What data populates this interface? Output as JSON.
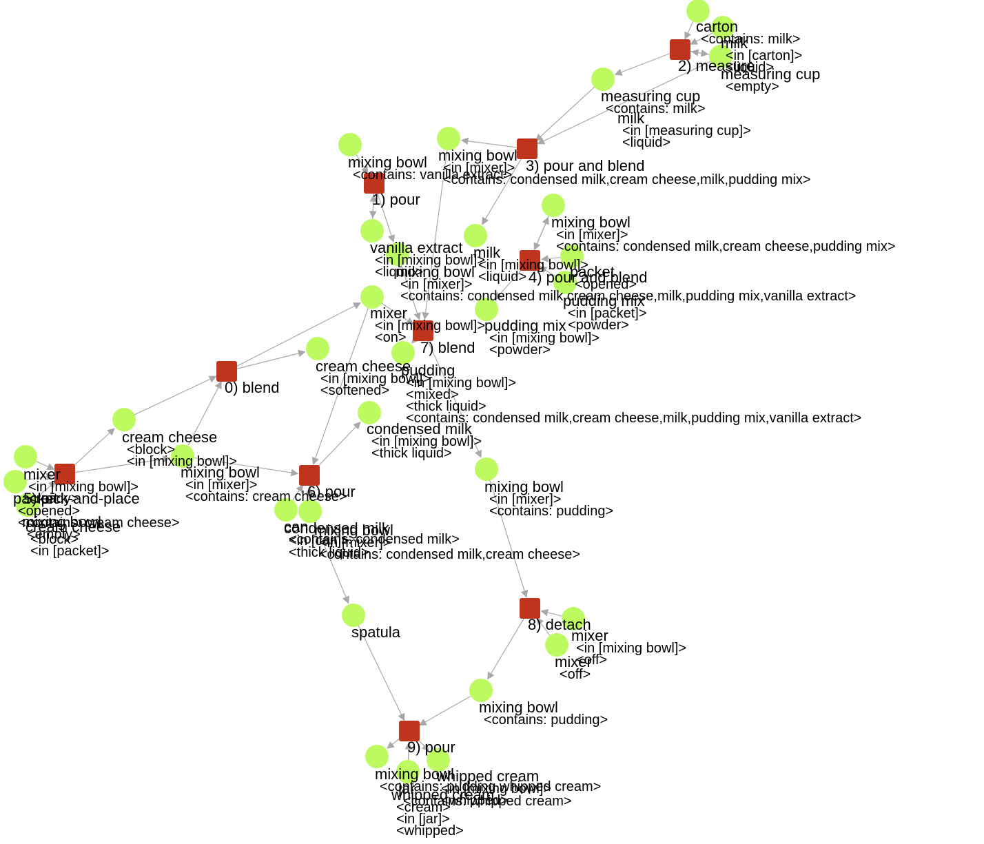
{
  "colors": {
    "object_node": "#bdfa5f",
    "action_node": "#c0341d",
    "edge": "#a8a8a8",
    "text": "#000000"
  },
  "actions": [
    {
      "id": "a0",
      "label": "0) blend"
    },
    {
      "id": "a1",
      "label": "1) pour"
    },
    {
      "id": "a2",
      "label": "2) measure"
    },
    {
      "id": "a3",
      "label": "3) pour and blend"
    },
    {
      "id": "a4",
      "label": "4) pour and blend"
    },
    {
      "id": "a5",
      "label": "5) pick-and-place"
    },
    {
      "id": "a6",
      "label": "6) pour"
    },
    {
      "id": "a7",
      "label": "7) blend"
    },
    {
      "id": "a8",
      "label": "8) detach"
    },
    {
      "id": "a9",
      "label": "9) pour"
    }
  ],
  "objects": [
    {
      "id": "o_carton",
      "name": "carton",
      "attrs": [
        "<contains: milk>"
      ]
    },
    {
      "id": "o_milk_carton",
      "name": "milk",
      "attrs": [
        "<in [carton]>",
        "<liquid>"
      ]
    },
    {
      "id": "o_mcup_empty",
      "name": "measuring cup",
      "attrs": [
        "<empty>"
      ]
    },
    {
      "id": "o_mcup_milk",
      "name": "measuring cup",
      "attrs": [
        "<contains: milk>"
      ]
    },
    {
      "id": "o_milk_mcup",
      "name": "milk",
      "attrs": [
        "<in [measuring cup]>",
        "<liquid>"
      ]
    },
    {
      "id": "o_bowl_cm_cc_m_pm",
      "name": "mixing bowl",
      "attrs": [
        "<in [mixer]>",
        "<contains: condensed milk,cream cheese,milk,pudding mix>"
      ]
    },
    {
      "id": "o_bowl_vanilla",
      "name": "mixing bowl",
      "attrs": [
        "<contains: vanilla extract>"
      ]
    },
    {
      "id": "o_vanilla",
      "name": "vanilla extract",
      "attrs": [
        "<in [mixing bowl]>",
        "<liquid>"
      ]
    },
    {
      "id": "o_bowl_cm_cc_pm",
      "name": "mixing bowl",
      "attrs": [
        "<in [mixer]>",
        "<contains: condensed milk,cream cheese,pudding mix>"
      ]
    },
    {
      "id": "o_milk_bowl",
      "name": "milk",
      "attrs": [
        "<in [mixing bowl]>",
        "<liquid>"
      ]
    },
    {
      "id": "o_packet_opened",
      "name": "packet",
      "attrs": [
        "<opened>"
      ]
    },
    {
      "id": "o_bowl_all",
      "name": "mixing bowl",
      "attrs": [
        "<in [mixer]>",
        "<contains: condensed milk,cream cheese,milk,pudding mix,vanilla extract>"
      ]
    },
    {
      "id": "o_pudmix_packet",
      "name": "pudding mix",
      "attrs": [
        "<in [packet]>",
        "<powder>"
      ]
    },
    {
      "id": "o_mixer_on",
      "name": "mixer",
      "attrs": [
        "<in [mixing bowl]>",
        "<on>"
      ]
    },
    {
      "id": "o_pudmix_bowl",
      "name": "pudding mix",
      "attrs": [
        "<in [mixing bowl]>",
        "<powder>"
      ]
    },
    {
      "id": "o_cc_softened",
      "name": "cream cheese",
      "attrs": [
        "<in [mixing bowl]>",
        "<softened>"
      ]
    },
    {
      "id": "o_pudding",
      "name": "pudding",
      "attrs": [
        "<in [mixing bowl]>",
        "<mixed>",
        "<thick liquid>",
        "<contains: condensed milk,cream cheese,milk,pudding mix,vanilla extract>"
      ]
    },
    {
      "id": "o_cm_bowl",
      "name": "condensed milk",
      "attrs": [
        "<in [mixing bowl]>",
        "<thick liquid>"
      ]
    },
    {
      "id": "o_cc_block",
      "name": "cream cheese",
      "attrs": [
        "<block>",
        "<in [mixing bowl]>"
      ]
    },
    {
      "id": "o_bowl_mixer_cc",
      "name": "mixing bowl",
      "attrs": [
        "<in [mixer]>",
        "<contains: cream cheese>"
      ]
    },
    {
      "id": "o_bowl_mixer_pudding",
      "name": "mixing bowl",
      "attrs": [
        "<in [mixer]>",
        "<contains: pudding>"
      ]
    },
    {
      "id": "o_mixer_ready",
      "name": "mixer",
      "attrs": [
        "<in [mixing bowl]>",
        "<ready>"
      ]
    },
    {
      "id": "o_packet_cc",
      "name": "packet",
      "attrs": [
        "<opened>",
        "<contains: cream cheese>"
      ]
    },
    {
      "id": "o_bowl_empty",
      "name": "mixing bowl",
      "attrs": [
        "<empty>"
      ]
    },
    {
      "id": "o_cc_packet",
      "name": "cream cheese",
      "attrs": [
        "<block>",
        "<in [packet]>"
      ]
    },
    {
      "id": "o_can",
      "name": "can",
      "attrs": [
        "<contains: condensed milk>"
      ]
    },
    {
      "id": "o_cm_can",
      "name": "condensed milk",
      "attrs": [
        "<in [can]>",
        "<thick liquid>"
      ]
    },
    {
      "id": "o_bowl_cm_cc",
      "name": "mixing bowl",
      "attrs": [
        "<in [mixer]>",
        "<contains: condensed milk,cream cheese>"
      ]
    },
    {
      "id": "o_spatula",
      "name": "spatula",
      "attrs": []
    },
    {
      "id": "o_mixer_bowl_off",
      "name": "mixer",
      "attrs": [
        "<in [mixing bowl]>",
        "<off>"
      ]
    },
    {
      "id": "o_mixer_off",
      "name": "mixer",
      "attrs": [
        "<off>"
      ]
    },
    {
      "id": "o_bowl_pudding",
      "name": "mixing bowl",
      "attrs": [
        "<contains: pudding>"
      ]
    },
    {
      "id": "o_bowl_pud_wc",
      "name": "mixing bowl",
      "attrs": [
        "<contains: pudding,whipped cream>"
      ]
    },
    {
      "id": "o_wc_bowl",
      "name": "whipped cream",
      "attrs": [
        "<in [mixing bowl]>",
        "<whipped>"
      ]
    },
    {
      "id": "o_jar",
      "name": "jar",
      "attrs": [
        "<contains: whipped cream>"
      ]
    },
    {
      "id": "o_wc_jar",
      "name": "whipped cream",
      "attrs": [
        "<cream>",
        "<in [jar]>",
        "<whipped>"
      ]
    }
  ],
  "edges": [
    [
      "o_carton",
      "a2"
    ],
    [
      "o_milk_carton",
      "a2"
    ],
    [
      "o_mcup_empty",
      "a2"
    ],
    [
      "a2",
      "o_mcup_milk"
    ],
    [
      "a2",
      "o_milk_mcup"
    ],
    [
      "o_mcup_milk",
      "a3"
    ],
    [
      "o_milk_mcup",
      "a3"
    ],
    [
      "a3",
      "o_bowl_cm_cc_m_pm"
    ],
    [
      "a3",
      "o_milk_bowl"
    ],
    [
      "o_bowl_cm_cc_pm",
      "a4"
    ],
    [
      "o_packet_opened",
      "a4"
    ],
    [
      "a4",
      "o_bowl_cm_cc_pm"
    ],
    [
      "a4",
      "o_pudmix_bowl"
    ],
    [
      "o_bowl_vanilla",
      "a1"
    ],
    [
      "a1",
      "o_vanilla"
    ],
    [
      "a1",
      "o_bowl_all"
    ],
    [
      "o_pudmix_packet",
      "a4"
    ],
    [
      "o_mixer_on",
      "a7"
    ],
    [
      "o_bowl_all",
      "a7"
    ],
    [
      "a7",
      "o_pudding"
    ],
    [
      "a7",
      "o_bowl_mixer_pudding"
    ],
    [
      "o_mixer_ready",
      "a5"
    ],
    [
      "o_packet_cc",
      "a5"
    ],
    [
      "o_bowl_empty",
      "a5"
    ],
    [
      "o_cc_packet",
      "a5"
    ],
    [
      "a5",
      "o_cc_block"
    ],
    [
      "a5",
      "o_bowl_mixer_cc"
    ],
    [
      "o_cc_block",
      "a0"
    ],
    [
      "o_bowl_mixer_cc",
      "a0"
    ],
    [
      "a0",
      "o_cc_softened"
    ],
    [
      "a0",
      "o_mixer_on"
    ],
    [
      "o_can",
      "a6"
    ],
    [
      "o_cm_can",
      "a6"
    ],
    [
      "o_bowl_mixer_cc",
      "a6"
    ],
    [
      "a6",
      "o_cm_bowl"
    ],
    [
      "a6",
      "o_bowl_cm_cc"
    ],
    [
      "o_mixer_on",
      "a6"
    ],
    [
      "o_bowl_mixer_pudding",
      "a8"
    ],
    [
      "o_mixer_bowl_off",
      "a8"
    ],
    [
      "o_mixer_off",
      "a8"
    ],
    [
      "a8",
      "o_bowl_pudding"
    ],
    [
      "o_bowl_pudding",
      "a9"
    ],
    [
      "o_spatula",
      "a9"
    ],
    [
      "o_bowl_cm_cc",
      "o_spatula"
    ],
    [
      "o_jar",
      "a9"
    ],
    [
      "o_wc_jar",
      "a9"
    ],
    [
      "a9",
      "o_bowl_pud_wc"
    ],
    [
      "a9",
      "o_wc_bowl"
    ],
    [
      "o_vanilla",
      "a1"
    ],
    [
      "o_bowl_cm_cc_m_pm",
      "a7"
    ]
  ]
}
